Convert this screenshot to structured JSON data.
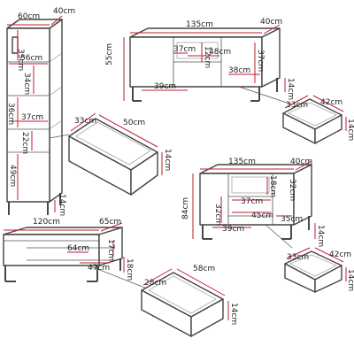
{
  "colors": {
    "dimension": "#c61b2d",
    "outline": "#444444",
    "text": "#222222"
  },
  "tall_cabinet": {
    "width": "60cm",
    "depth": "40cm",
    "shelf_width": "56cm",
    "h1": "35cm",
    "h2": "34cm",
    "h3": "36cm",
    "inner_w": "37cm",
    "h4": "22cm",
    "h5": "49cm",
    "leg_h": "14cm"
  },
  "tall_drawer": {
    "depth": "33cm",
    "width": "50cm",
    "height": "14cm"
  },
  "sideboard_large": {
    "width": "135cm",
    "depth": "40cm",
    "height": "55cm",
    "w1": "37cm",
    "w2": "48cm",
    "h_small": "12cm",
    "h_right": "37cm",
    "w_right": "38cm",
    "w_bottom": "39cm",
    "leg_h": "14cm"
  },
  "drawer_large": {
    "depth": "33cm",
    "width": "42cm",
    "height": "14cm"
  },
  "sideboard_tall": {
    "width": "135cm",
    "depth": "40cm",
    "height": "84cm",
    "h_left": "32cm",
    "w_inner": "37cm",
    "h_inner": "18cm",
    "h_right": "32cm",
    "w_mid": "45cm",
    "w_right": "35cm",
    "w_bottom": "39cm",
    "leg_h": "14cm"
  },
  "drawer_tall": {
    "depth": "33cm",
    "width": "42cm",
    "height": "14cm"
  },
  "table": {
    "width": "120cm",
    "depth": "65cm",
    "w_top": "64cm",
    "h_right": "17cm",
    "w_bottom": "47cm",
    "h_side": "18cm"
  },
  "table_drawer": {
    "depth": "28cm",
    "width": "58cm",
    "height": "14cm"
  }
}
